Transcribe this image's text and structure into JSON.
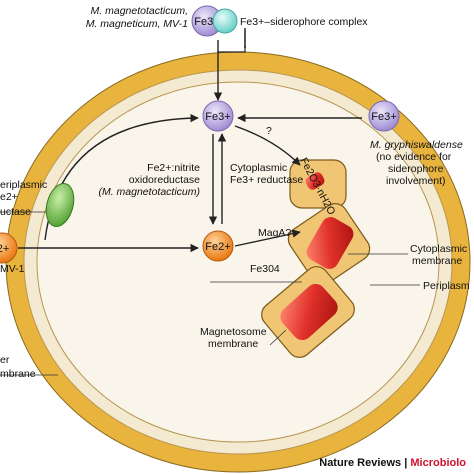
{
  "colors": {
    "outer_wall": "#e8b43e",
    "periplasm": "#f4ead2",
    "cytoplasm": "#faf5ea",
    "fe3_ion": "#b9a9e0",
    "fe2_ion": "#f4922a",
    "green_enzyme": "#7fc35a",
    "siderophore": "#9fe6e1",
    "magnetosome_fill": "#e0302a",
    "magnetosome_membrane": "#f0c675",
    "credit_red": "#d0122c"
  },
  "top_species": {
    "line1": "M. magnetotacticum,",
    "line2": "M. magneticum, MV-1"
  },
  "ions": {
    "fe3_top": "Fe3+",
    "fe3_center": "Fe3+",
    "fe3_right": "Fe3+",
    "fe2_center": "Fe2+",
    "fe2_left": "2+"
  },
  "siderophore_complex": "Fe3+–siderophore complex",
  "question_mark": "?",
  "right_species": {
    "name": "M. gryphiswaldense",
    "note1": "(no evidence for",
    "note2": "siderophore",
    "note3": "involvement)"
  },
  "nitrite_enzyme": {
    "line1": "Fe2+:nitrite",
    "line2": "oxidoreductase",
    "line3": "(M. magnetotacticum)"
  },
  "cytoplasmic_reductase": {
    "line1": "Cytoplasmic",
    "line2": "Fe3+ reductase"
  },
  "intermediate": "Fe2O3·nH2O",
  "maga": "MagA?",
  "magnetite": "Fe304",
  "left_labels": {
    "periplasmic": "eriplasmic",
    "e2": "e2+",
    "ductase": "uctase",
    "mv1": "MV-1",
    "outer1": "er",
    "outer2": "mbrane"
  },
  "right_labels": {
    "cytoplasmic1": "Cytoplasmic",
    "cytoplasmic2": "membrane",
    "periplasm": "Periplasm"
  },
  "magnetosome_label": {
    "line1": "Magnetosome",
    "line2": "membrane"
  },
  "credit": {
    "journal": "Nature Reviews",
    "separator": " | ",
    "section": "Microbiolo"
  }
}
